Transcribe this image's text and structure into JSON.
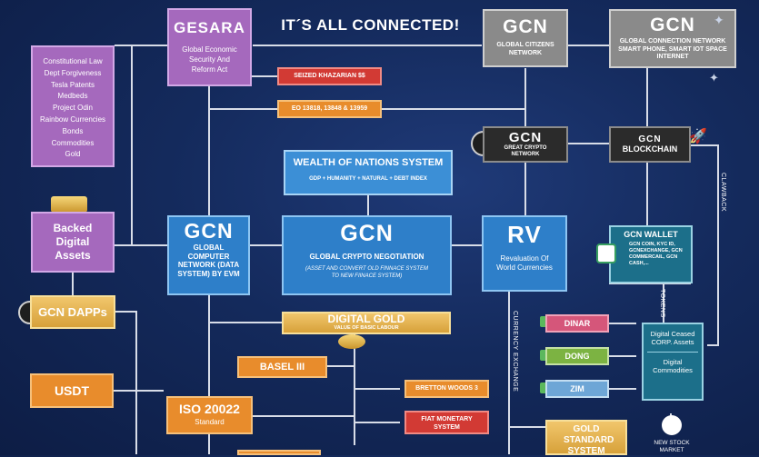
{
  "title": "IT´S ALL CONNECTED!",
  "gesara": {
    "title": "GESARA",
    "desc": "Global Economic Security And Reform Act"
  },
  "left_list": [
    "Constitutional Law",
    "Dept Forgiveness",
    "Tesla Patents",
    "Medbeds",
    "Project Odin",
    "Rainbow Currencies",
    "Bonds",
    "Commodities",
    "Gold"
  ],
  "gcn_citizens": {
    "title": "GCN",
    "desc": "GLOBAL CITIZENS NETWORK"
  },
  "gcn_connection": {
    "title": "GCN",
    "desc": "GLOBAL CONNECTION NETWORK SMART PHONE, SMART IOT SPACE INTERNET"
  },
  "seized": "SEIZED KHAZARIAN $$",
  "eo": "EO 13818, 13848 & 13959",
  "gcn_crypto_net": {
    "title": "GCN",
    "desc": "GREAT CRYPTO NETWORK"
  },
  "gcn_blockchain": {
    "title": "GCN",
    "desc": "BLOCKCHAIN"
  },
  "clawback": "CLAWBACK",
  "wealth": {
    "title": "WEALTH OF NATIONS SYSTEM",
    "desc": "GDP + HUMANITY + NATURAL + DEBT INDEX"
  },
  "backed": "Backed Digital Assets",
  "gcn_computer": {
    "title": "GCN",
    "desc": "GLOBAL COMPUTER NETWORK (DATA SYSTEM) BY EVM"
  },
  "gcn_negotiation": {
    "title": "GCN",
    "desc": "GLOBAL CRYPTO NEGOTIATION",
    "sub": "(ASSET AND CONVERT OLD FINNACE SYSTEM TO NEW FIINACE SYSTEM)"
  },
  "rv": {
    "title": "RV",
    "desc": "Revaluation Of World Currencies"
  },
  "gcn_wallet": {
    "title": "GCN WALLET",
    "desc": "GCN COIN, KYC ID, GCNEXCHANGE, GCN COMMERCAIL, GCN CASH,..."
  },
  "tokens": "TOKENS",
  "gcn_dapps": "GCN DAPPs",
  "digital_gold": {
    "title": "DIGITAL GOLD",
    "desc": "VALUE OF BASIC LABOUR"
  },
  "currency_exchange": "CURRENCY EXCHANGE",
  "dinar": "DINAR",
  "dong": "DONG",
  "zim": "ZIM",
  "digital_assets": {
    "a": "Digital Ceased CORP. Assets",
    "b": "Digital Commodities"
  },
  "basel": "BASEL III",
  "bretton": "BRETTON WOODS 3",
  "fiat": "FIAT MONETARY SYSTEM",
  "usdt": "USDT",
  "iso": {
    "title": "ISO 20022",
    "desc": "Standard"
  },
  "gold_standard": "GOLD STANDARD SYSTEM",
  "stock": "NEW STOCK MARKET",
  "colors": {
    "background": "#142a5c",
    "purple": "#a569bd",
    "blue": "#2e7fc9",
    "gold": "#e5b04f",
    "orange": "#e88c2c",
    "red": "#d23a34"
  }
}
